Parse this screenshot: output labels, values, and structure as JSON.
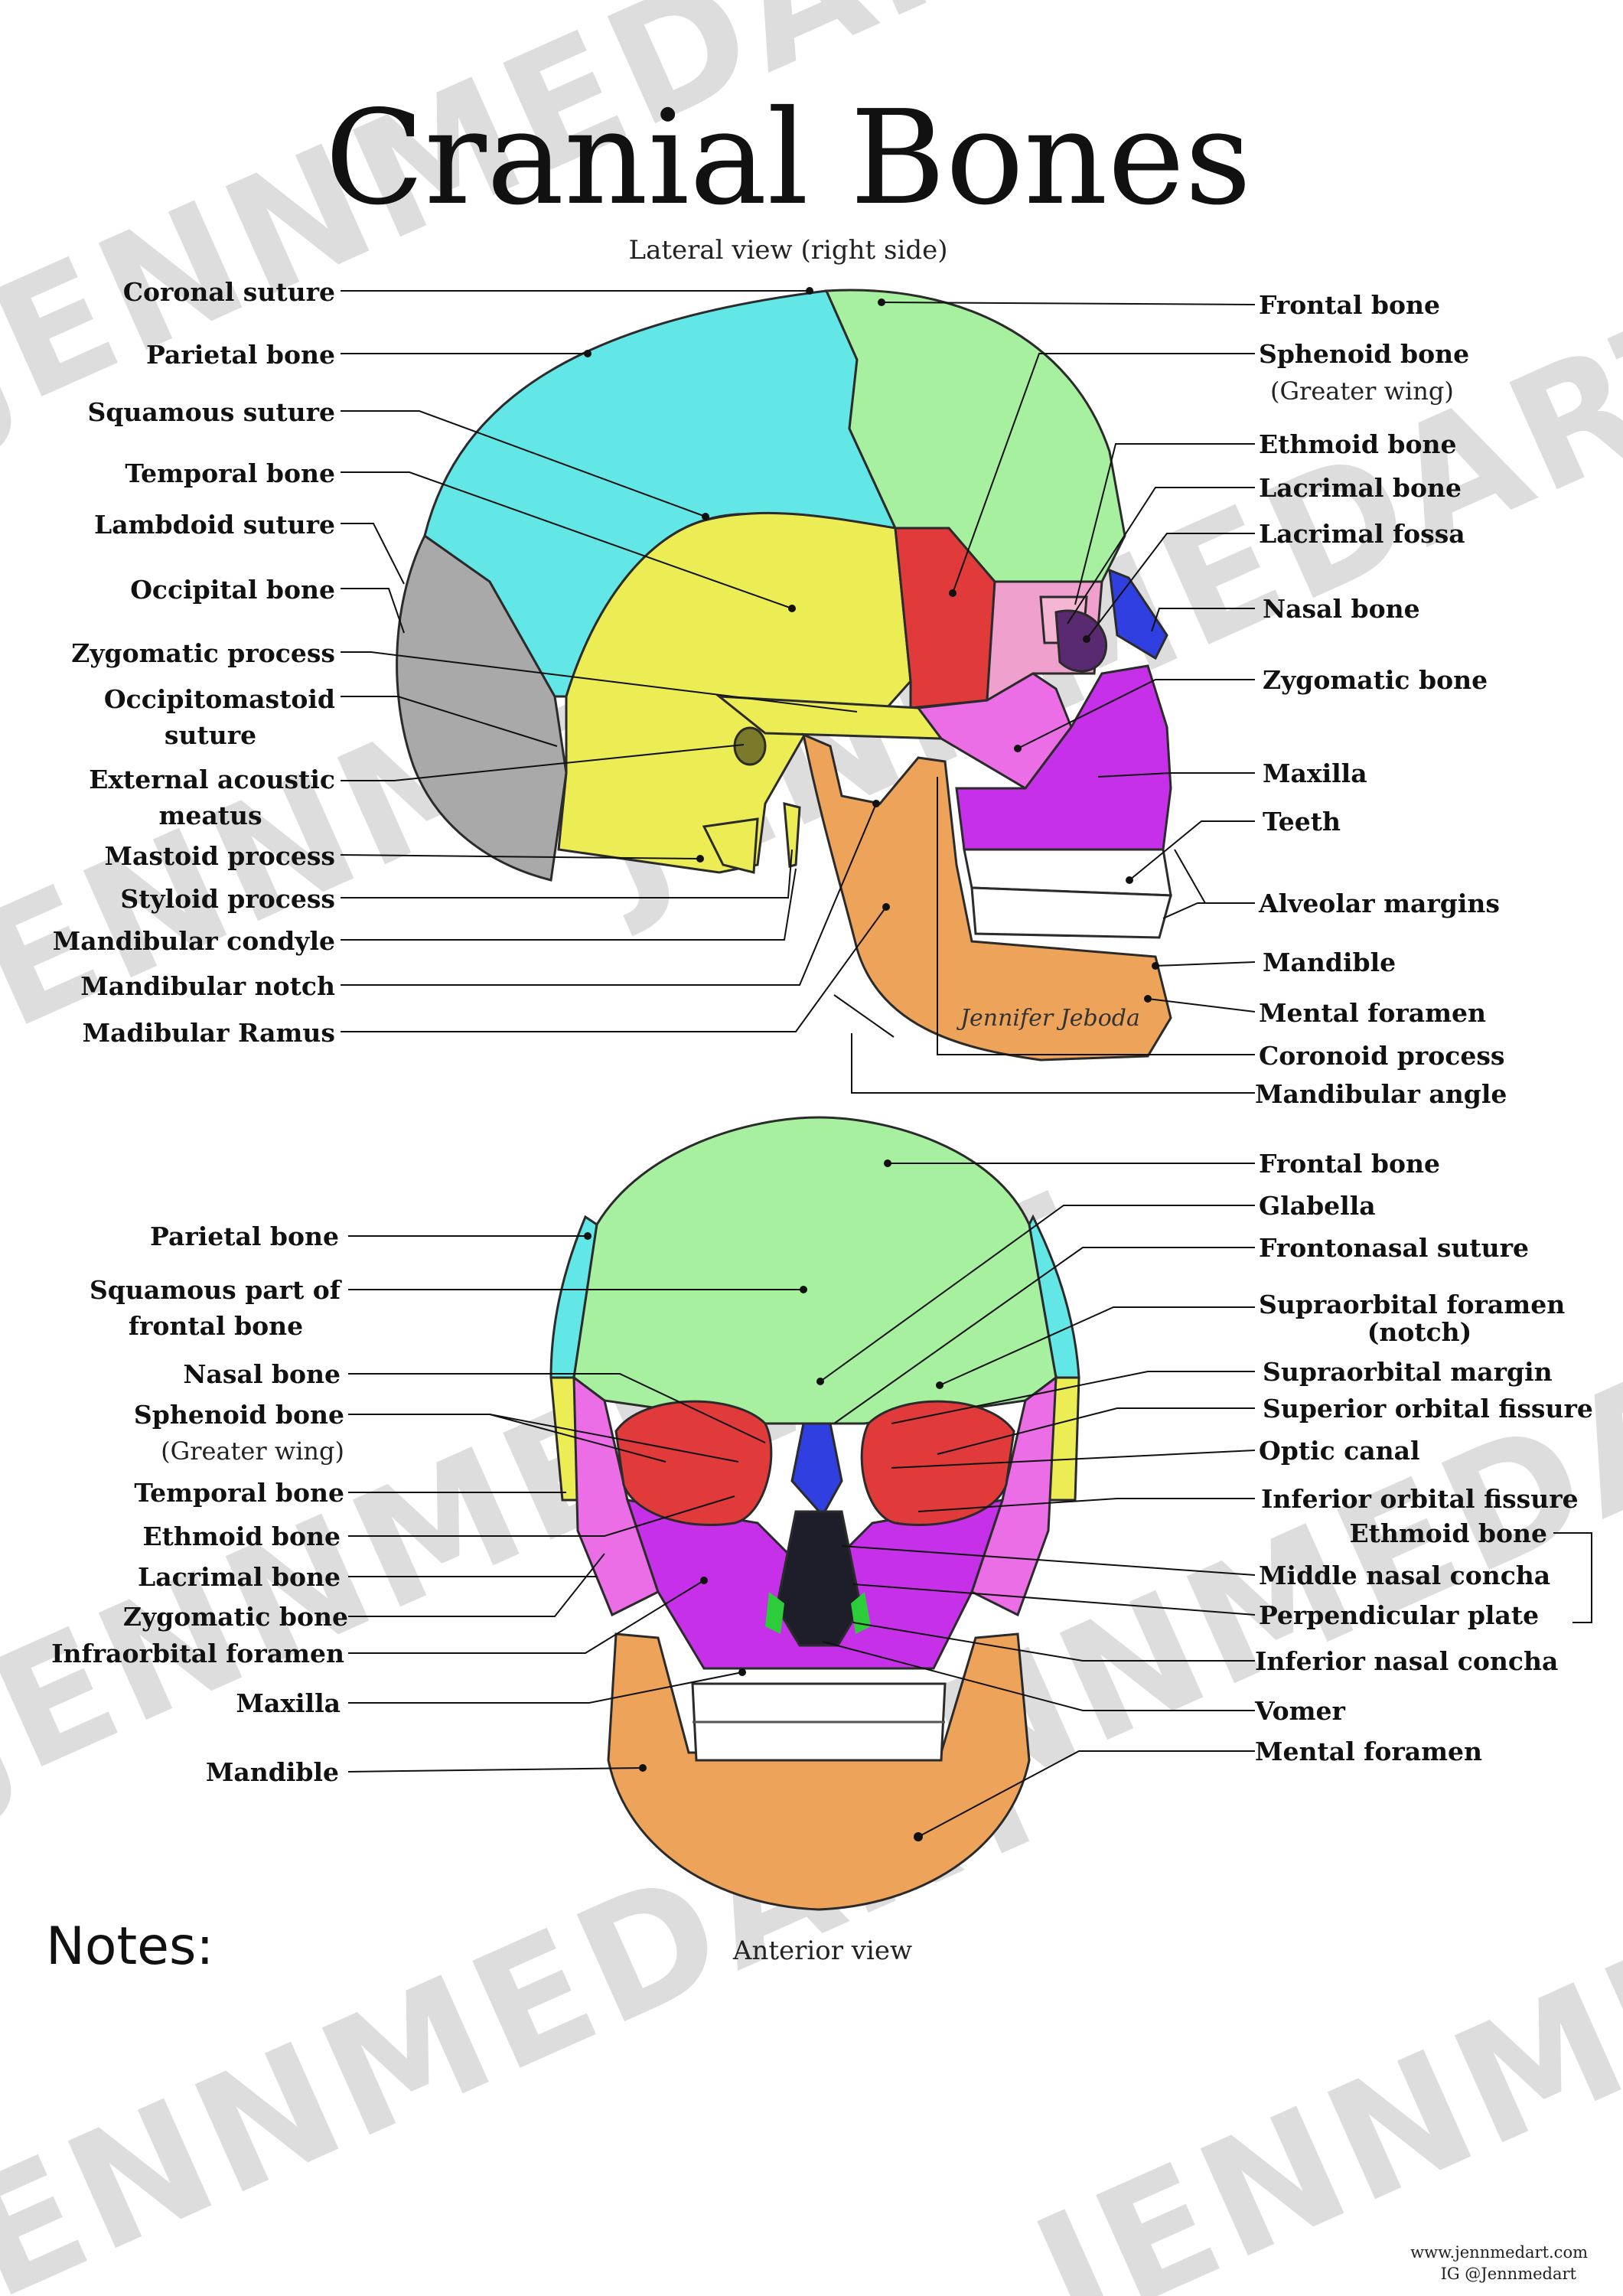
{
  "title": "Cranial Bones",
  "lateral": {
    "caption": "Lateral view (right side)",
    "left_labels": [
      {
        "text": "Coronal suture"
      },
      {
        "text": "Parietal bone"
      },
      {
        "text": "Squamous suture"
      },
      {
        "text": "Temporal bone"
      },
      {
        "text": "Lambdoid suture"
      },
      {
        "text": "Occipital bone"
      },
      {
        "text": "Zygomatic process"
      },
      {
        "text": "Occipitomastoid",
        "line2": "suture"
      },
      {
        "text": "External acoustic",
        "line2": "meatus"
      },
      {
        "text": "Mastoid process"
      },
      {
        "text": "Styloid process"
      },
      {
        "text": "Mandibular condyle"
      },
      {
        "text": "Mandibular notch"
      },
      {
        "text": "Madibular Ramus"
      }
    ],
    "right_labels": [
      {
        "text": "Frontal bone"
      },
      {
        "text": "Sphenoid bone",
        "sub": "(Greater wing)"
      },
      {
        "text": "Ethmoid bone"
      },
      {
        "text": "Lacrimal bone"
      },
      {
        "text": "Lacrimal fossa"
      },
      {
        "text": "Nasal bone"
      },
      {
        "text": "Zygomatic bone"
      },
      {
        "text": "Maxilla"
      },
      {
        "text": "Teeth"
      },
      {
        "text": "Alveolar margins"
      },
      {
        "text": "Mandible"
      },
      {
        "text": "Mental foramen"
      },
      {
        "text": "Coronoid process"
      },
      {
        "text": "Mandibular angle"
      }
    ],
    "signature": "Jennifer Jeboda"
  },
  "anterior": {
    "caption": "Anterior view",
    "left_labels": [
      {
        "text": "Parietal bone"
      },
      {
        "text": "Squamous part of",
        "line2": "frontal bone"
      },
      {
        "text": "Nasal bone"
      },
      {
        "text": "Sphenoid bone",
        "sub": "(Greater wing)"
      },
      {
        "text": "Temporal bone"
      },
      {
        "text": "Ethmoid bone"
      },
      {
        "text": "Lacrimal bone"
      },
      {
        "text": "Zygomatic bone"
      },
      {
        "text": "Infraorbital foramen"
      },
      {
        "text": "Maxilla"
      },
      {
        "text": "Mandible"
      }
    ],
    "right_labels": [
      {
        "text": "Frontal bone"
      },
      {
        "text": "Glabella"
      },
      {
        "text": "Frontonasal suture"
      },
      {
        "text": "Supraorbital foramen",
        "line2": "(notch)"
      },
      {
        "text": "Supraorbital margin"
      },
      {
        "text": "Superior orbital fissure"
      },
      {
        "text": "Optic canal"
      },
      {
        "text": "Inferior orbital fissure"
      },
      {
        "text": "Ethmoid bone"
      },
      {
        "text": "Middle nasal concha"
      },
      {
        "text": "Perpendicular plate"
      },
      {
        "text": "Inferior nasal concha"
      },
      {
        "text": "Vomer"
      },
      {
        "text": "Mental foramen"
      }
    ]
  },
  "notes_label": "Notes:",
  "watermark": "JENNMEDART",
  "footer": {
    "website": "www.jennmedart.com",
    "instagram": "IG @Jennmedart"
  },
  "colors": {
    "parietal": "#63e6e6",
    "frontal": "#a6f0a0",
    "temporal": "#ecec55",
    "occipital": "#a9a9a9",
    "sphenoid": "#e03a3a",
    "ethmoid": "#f0a0cc",
    "lacrimal": "#f4b6d2",
    "nasal": "#2f3fe0",
    "zygomatic": "#ec6ee6",
    "maxilla": "#c630e8",
    "mandible": "#eda35a",
    "teeth": "#ffffff"
  }
}
